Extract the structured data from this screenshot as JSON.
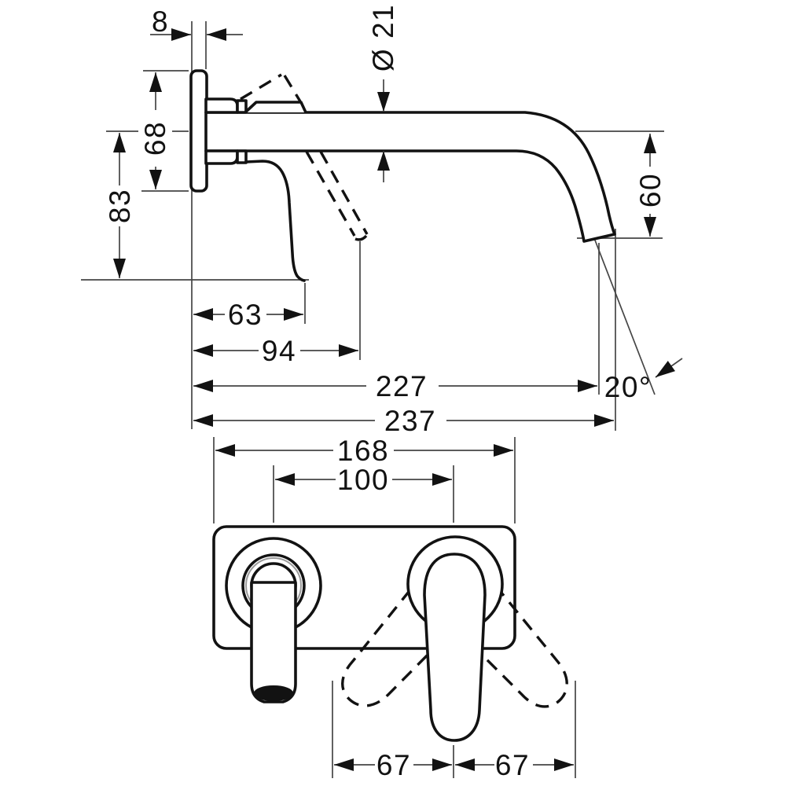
{
  "page": {
    "background": "#ffffff",
    "line_color": "#121212",
    "thin_line_color": "#454545",
    "light_ring_color": "#9a9a9a"
  },
  "side_view": {
    "labels": {
      "plate_thickness": "8",
      "spout_diameter": "Ø 21",
      "plate_height": "68",
      "axis_to_handle_tip": "83",
      "outlet_drop": "60",
      "wall_to_handle_closed": "63",
      "wall_to_handle_open": "94",
      "wall_to_outlet": "227",
      "total_projection": "237",
      "outlet_angle": "20°"
    }
  },
  "front_view": {
    "labels": {
      "plate_width": "168",
      "hole_spacing": "100",
      "handle_swing_left": "67",
      "handle_swing_right": "67"
    }
  }
}
